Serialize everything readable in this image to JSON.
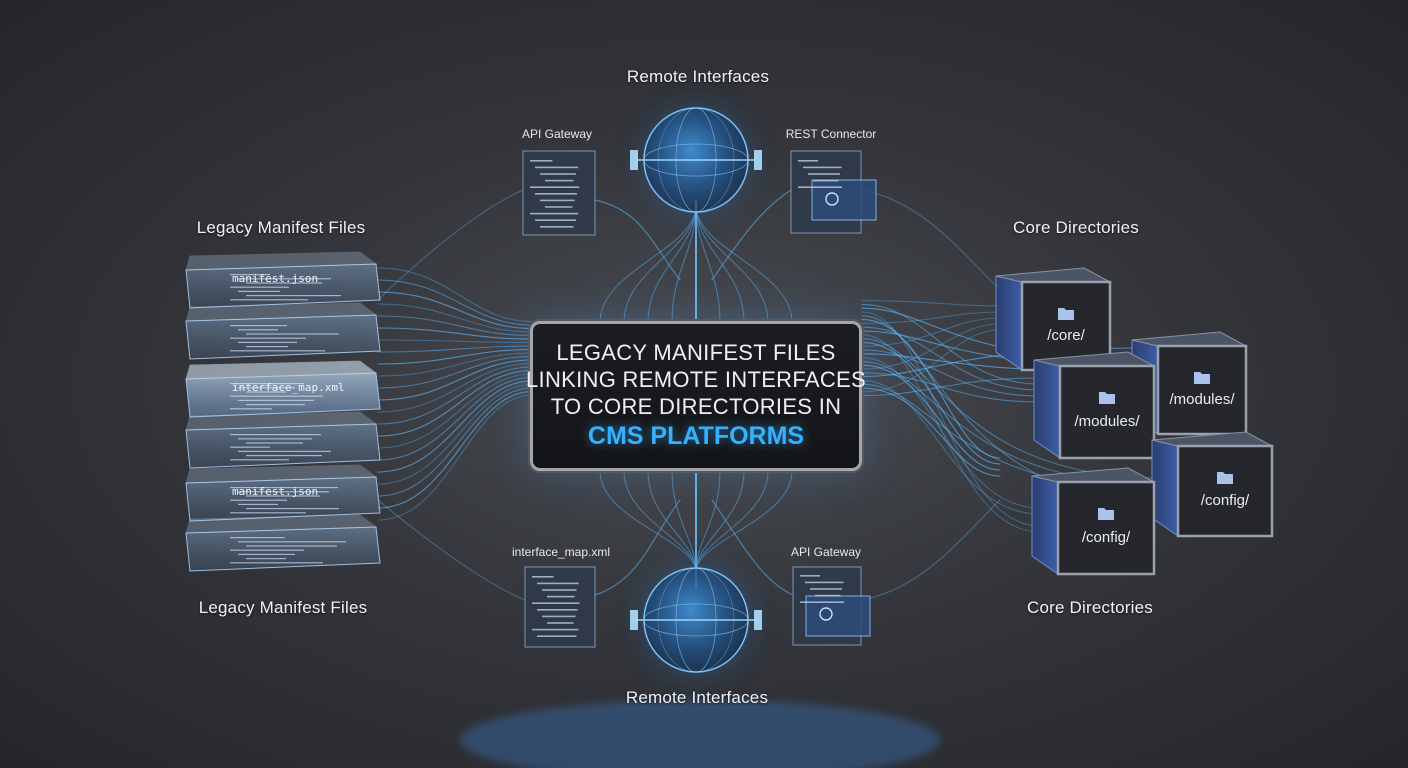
{
  "center": {
    "line1": "LEGACY MANIFEST FILES",
    "line2": "LINKING REMOTE INTERFACES",
    "line3": "TO CORE DIRECTORIES IN",
    "accent": "CMS PLATFORMS"
  },
  "labels": {
    "remote_top": "Remote Interfaces",
    "remote_bottom": "Remote Interfaces",
    "legacy_top": "Legacy Manifest Files",
    "legacy_bottom": "Legacy Manifest Files",
    "core_top": "Core Directories",
    "core_bottom": "Core Directories"
  },
  "doc_labels": {
    "api_gateway_top": "API Gateway",
    "rest_connector": "REST Connector",
    "interface_map_bottom": "interface_map.xml",
    "api_gateway_bottom": "API Gateway"
  },
  "layers": [
    {
      "name": "manifest.json"
    },
    {
      "name": ""
    },
    {
      "name": "interface_map.xml"
    },
    {
      "name": ""
    },
    {
      "name": "manifest.json"
    },
    {
      "name": ""
    }
  ],
  "cubes": [
    {
      "label": "/core/"
    },
    {
      "label": "/modules/"
    },
    {
      "label": "/modules/"
    },
    {
      "label": "/config/"
    },
    {
      "label": "/config/"
    }
  ],
  "colors": {
    "accent": "#35b1ff",
    "connector": "#5ab8ff",
    "cube_face": "#25272c",
    "cube_frame": "#4a63a8"
  }
}
